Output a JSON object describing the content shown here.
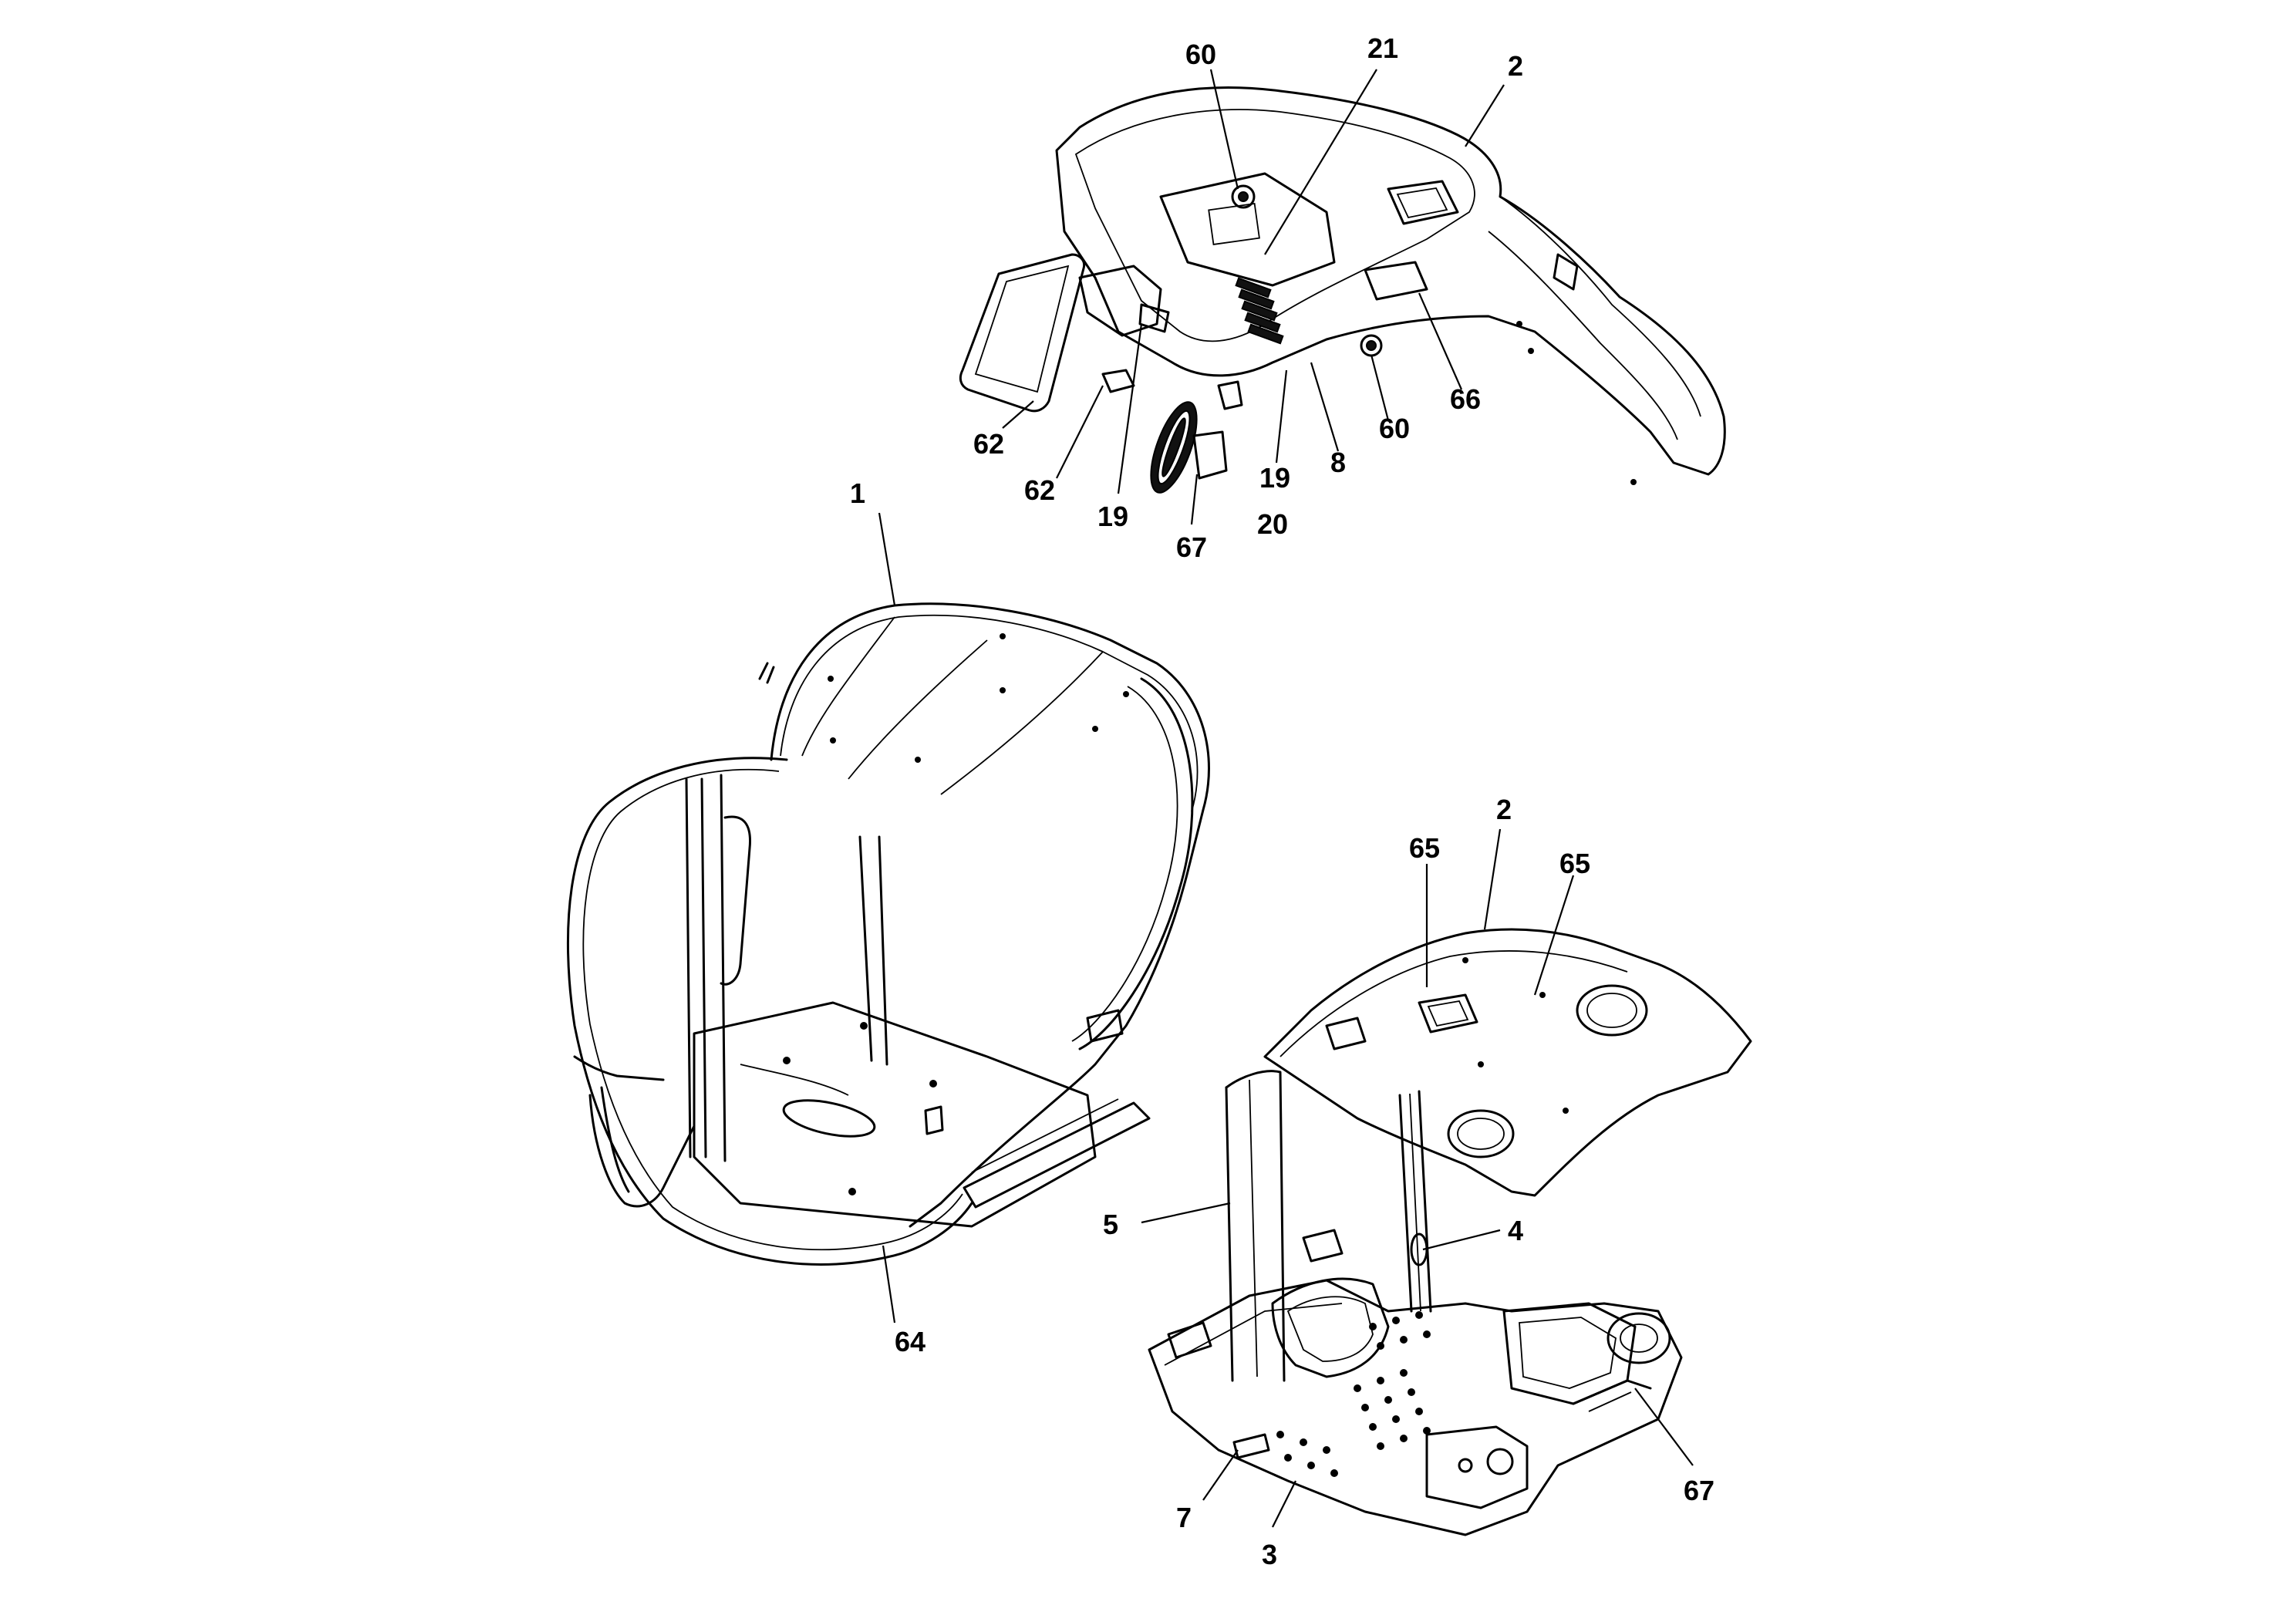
{
  "diagram": {
    "callouts": [
      {
        "id": "c-60-top",
        "label": "60"
      },
      {
        "id": "c-21",
        "label": "21"
      },
      {
        "id": "c-2-top",
        "label": "2"
      },
      {
        "id": "c-62-a",
        "label": "62"
      },
      {
        "id": "c-62-b",
        "label": "62"
      },
      {
        "id": "c-19-a",
        "label": "19"
      },
      {
        "id": "c-67-top",
        "label": "67"
      },
      {
        "id": "c-20",
        "label": "20"
      },
      {
        "id": "c-19-b",
        "label": "19"
      },
      {
        "id": "c-8",
        "label": "8"
      },
      {
        "id": "c-60-b",
        "label": "60"
      },
      {
        "id": "c-66",
        "label": "66"
      },
      {
        "id": "c-1",
        "label": "1"
      },
      {
        "id": "c-64",
        "label": "64"
      },
      {
        "id": "c-2-b",
        "label": "2"
      },
      {
        "id": "c-65-a",
        "label": "65"
      },
      {
        "id": "c-65-b",
        "label": "65"
      },
      {
        "id": "c-5",
        "label": "5"
      },
      {
        "id": "c-4",
        "label": "4"
      },
      {
        "id": "c-7",
        "label": "7"
      },
      {
        "id": "c-3",
        "label": "3"
      },
      {
        "id": "c-67-b",
        "label": "67"
      }
    ]
  }
}
